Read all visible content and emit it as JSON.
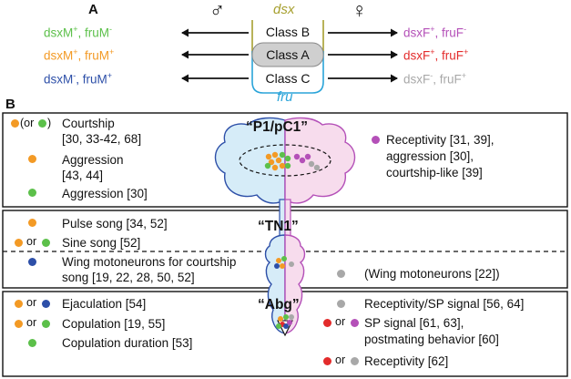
{
  "colors": {
    "orange": "#f39a25",
    "green": "#5cc04a",
    "blue": "#2d4fa8",
    "magenta": "#b450b8",
    "red": "#e32b2b",
    "gray": "#a8a8a8",
    "dsx_gold": "#a7a030",
    "fru_cyan": "#2aa4d9"
  },
  "panel_a": {
    "label": "A",
    "male_symbol": "♂",
    "female_symbol": "♀",
    "dsx_label": "dsx",
    "fru_label": "fru",
    "classes": [
      "Class B",
      "Class A",
      "Class C"
    ],
    "male_genotypes": [
      {
        "a": "dsxM",
        "a_sup": "+",
        "b": "fruM",
        "b_sup": "-"
      },
      {
        "a": "dsxM",
        "a_sup": "+",
        "b": "fruM",
        "b_sup": "+"
      },
      {
        "a": "dsxM",
        "a_sup": "-",
        "b": "fruM",
        "b_sup": "+"
      }
    ],
    "female_genotypes": [
      {
        "a": "dsxF",
        "a_sup": "+",
        "b": "fruF",
        "b_sup": "-"
      },
      {
        "a": "dsxF",
        "a_sup": "+",
        "b": "fruF",
        "b_sup": "+"
      },
      {
        "a": "dsxF",
        "a_sup": "-",
        "b": "fruF",
        "b_sup": "+"
      }
    ]
  },
  "panel_b": {
    "label": "B",
    "regions": {
      "p1": "“P1/pC1”",
      "tn1": "“TN1”",
      "abg": "“Abg”"
    },
    "or_word": "or",
    "paren_or": "(or",
    "paren_close": ")",
    "left": {
      "courtship_a": "Courtship",
      "courtship_b": "[30, 33-42, 68]",
      "aggression1_a": "Aggression",
      "aggression1_b": "[43, 44]",
      "aggression2": "Aggression [30]",
      "pulse": "Pulse song [34, 52]",
      "sine": "Sine song [52]",
      "wing_a": "Wing motoneurons for courtship",
      "wing_b": "song [19, 22, 28, 50, 52]",
      "ejac": "Ejaculation [54]",
      "copulation": "Copulation [19, 55]",
      "copdur": "Copulation duration [53]"
    },
    "right": {
      "recep1_a": "Receptivity [31, 39],",
      "recep1_b": "aggression [30],",
      "recep1_c": "courtship-like [39]",
      "wing": "(Wing motoneurons [22])",
      "recsp": "Receptivity/SP signal [56, 64]",
      "sp_a": "SP signal [61, 63],",
      "sp_b": "postmating behavior [60]",
      "recep2": "Receptivity [62]"
    }
  }
}
